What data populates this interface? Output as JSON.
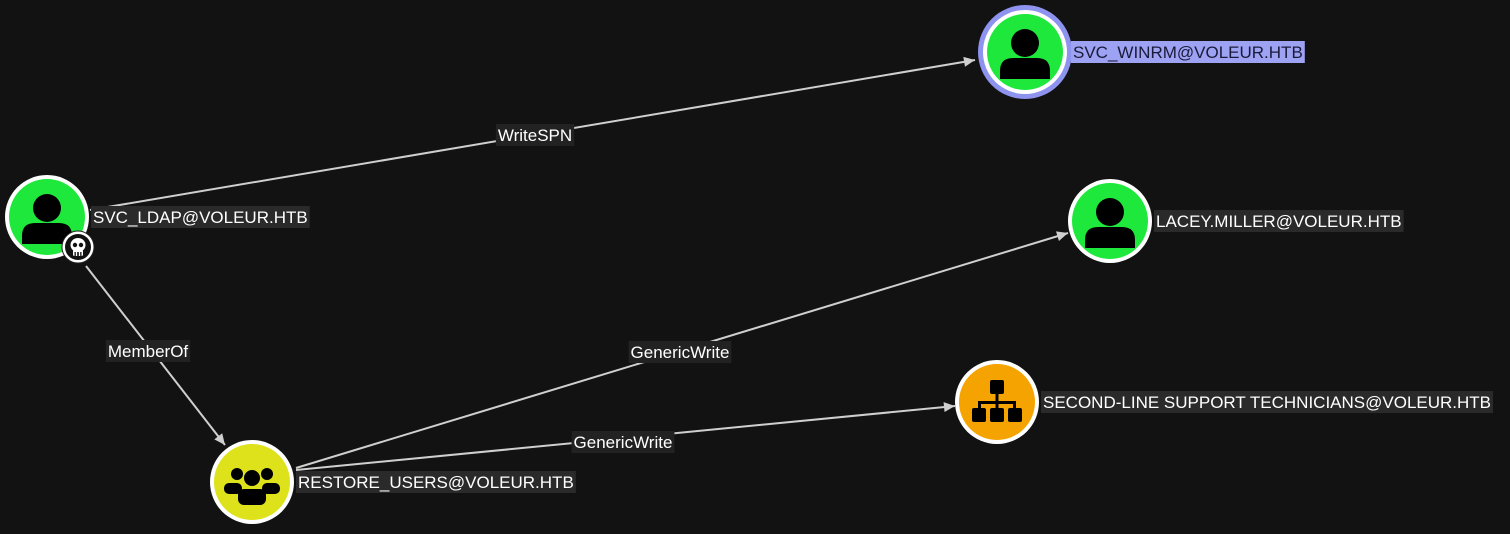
{
  "colors": {
    "background": "#121212",
    "user_node": "#1ee83b",
    "group_node": "#dde21a",
    "ou_node": "#f5a300",
    "node_border": "#ffffff",
    "selected_ring": "#8f93f0",
    "selected_label_bg": "#9ea2f2",
    "edge": "#cfcfcf"
  },
  "nodes": [
    {
      "id": "svc_winrm",
      "label": "SVC_WINRM@VOLEUR.HTB",
      "kind": "user",
      "icon": "user-icon",
      "selected": true
    },
    {
      "id": "svc_ldap",
      "label": "SVC_LDAP@VOLEUR.HTB",
      "kind": "user",
      "icon": "user-icon",
      "owned_badge": "skull-icon"
    },
    {
      "id": "lacey_miller",
      "label": "LACEY.MILLER@VOLEUR.HTB",
      "kind": "user",
      "icon": "user-icon"
    },
    {
      "id": "restore_users",
      "label": "RESTORE_USERS@VOLEUR.HTB",
      "kind": "group",
      "icon": "group-icon"
    },
    {
      "id": "second_line",
      "label": "SECOND-LINE SUPPORT TECHNICIANS@VOLEUR.HTB",
      "kind": "ou",
      "icon": "hierarchy-icon"
    }
  ],
  "edges": [
    {
      "from": "svc_ldap",
      "to": "svc_winrm",
      "label": "WriteSPN"
    },
    {
      "from": "svc_ldap",
      "to": "restore_users",
      "label": "MemberOf"
    },
    {
      "from": "restore_users",
      "to": "lacey_miller",
      "label": "GenericWrite"
    },
    {
      "from": "restore_users",
      "to": "second_line",
      "label": "GenericWrite"
    }
  ]
}
